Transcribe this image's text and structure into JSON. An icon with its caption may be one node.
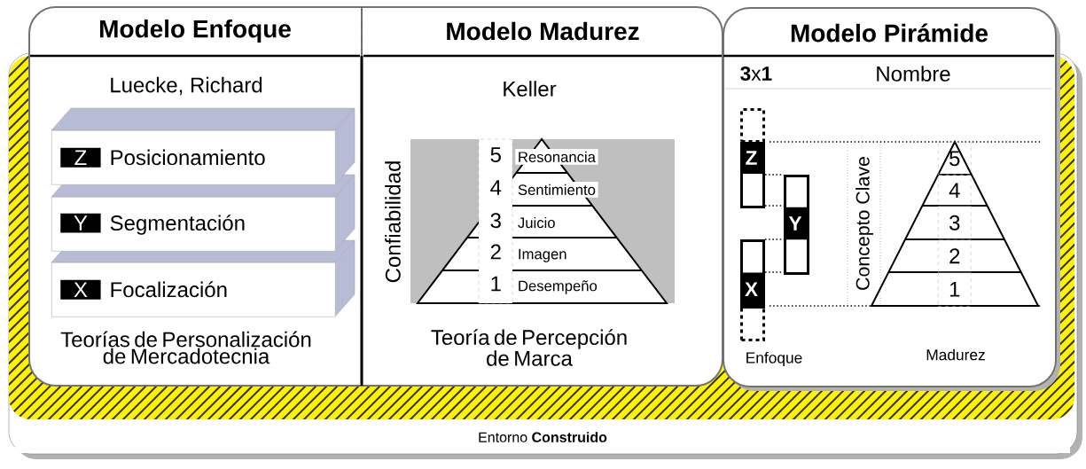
{
  "diagram": {
    "nodes": [
      {
        "text": [
          "Entorno **Construido**"
        ]
      },
      {
        "text": [
          "Modelo Enfoque",
          "Luecke, Richard",
          "Teorías de Personalización de Mercadotecnia"
        ]
      },
      {
        "text": [
          "Z",
          "Posicionamiento"
        ],
        "in": 1
      },
      {
        "text": [
          "Y",
          "Segmentación"
        ],
        "in": 1
      },
      {
        "text": [
          "X",
          "Focalización"
        ],
        "in": 1
      },
      {
        "text": [
          "Modelo Madurez",
          "Keller",
          "Confiabilidad",
          "Teoría de Percepción de Marca"
        ]
      },
      {
        "text": [
          "5",
          "Resonancia"
        ],
        "in": 5
      },
      {
        "text": [
          "4",
          "Sentimiento"
        ],
        "in": 5
      },
      {
        "text": [
          "3",
          "Juicio"
        ],
        "in": 5
      },
      {
        "text": [
          "2",
          "Imagen"
        ],
        "in": 5
      },
      {
        "text": [
          "1",
          "Desempeño"
        ],
        "in": 5
      },
      {
        "text": [
          "Modelo Pirámide",
          "**3**x**1**",
          "Nombre",
          "Concepto Clave",
          "Enfoque",
          "Madurez"
        ]
      },
      {
        "text": [],
        "shape": "box",
        "in": 11
      },
      {
        "text": [
          "Z"
        ],
        "in": 11
      },
      {
        "text": [
          "Y"
        ],
        "in": 11
      },
      {
        "text": [
          "X"
        ],
        "in": 11
      },
      {
        "text": [],
        "shape": "box",
        "in": 11
      },
      {
        "text": [
          "5"
        ],
        "in": 11
      },
      {
        "text": [
          "4"
        ],
        "in": 11
      },
      {
        "text": [
          "3"
        ],
        "in": 11
      },
      {
        "text": [
          "2"
        ],
        "in": 11
      },
      {
        "text": [
          "1"
        ],
        "in": 11
      }
    ],
    "edges": [
      {
        "from": 13,
        "to": 14,
        "arrow": "none",
        "style": "dashed"
      },
      {
        "from": 13,
        "to": 14,
        "arrow": "none",
        "style": "dashed"
      },
      {
        "from": 15,
        "to": 14,
        "arrow": "none",
        "style": "dashed"
      },
      {
        "from": 15,
        "to": 14,
        "arrow": "none",
        "style": "dashed"
      }
    ]
  }
}
